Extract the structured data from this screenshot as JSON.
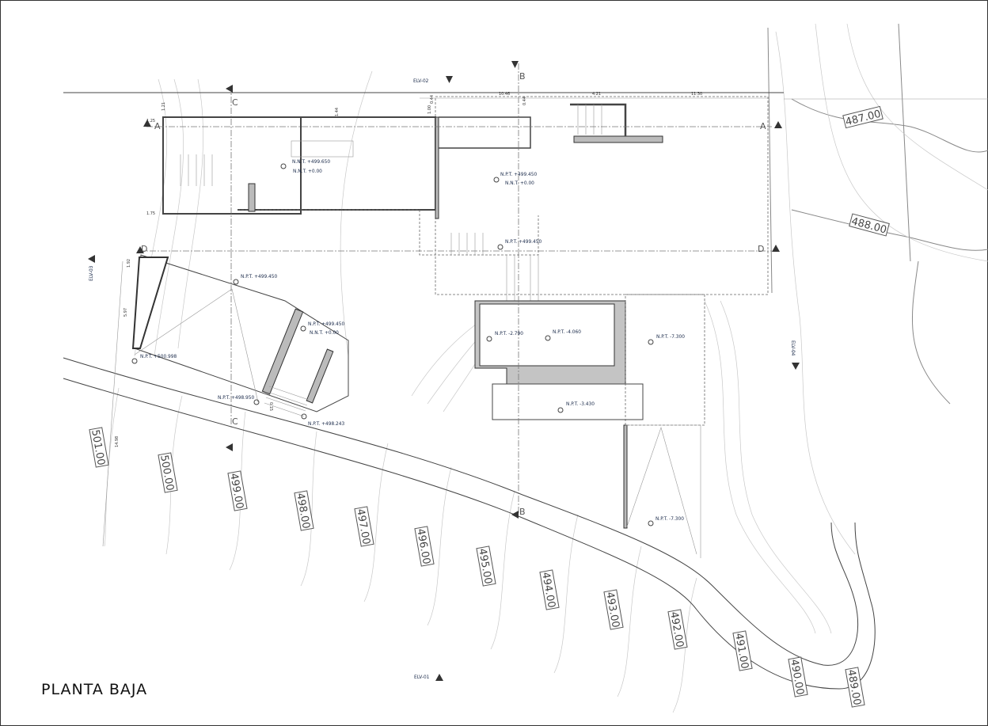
{
  "title": "PLANTA BAJA",
  "elevation_markers": [
    "ELV-01",
    "ELV-02",
    "ELV-03",
    "ELV-04"
  ],
  "axes": {
    "a": "A",
    "b": "B",
    "c": "C",
    "d": "D"
  },
  "dimensions": [
    "10.46",
    "4.21",
    "11.30",
    "1.44",
    "1.00",
    "0.44",
    "0.44",
    "1.25",
    "1.75",
    "1.21",
    "1.92",
    "5.97",
    "14.98",
    "0.15"
  ],
  "levels": [
    {
      "npt": "N.N.T. +499.650",
      "nnt": "N.N.T. +0.00"
    },
    {
      "npt": "N.P.T. +499.450",
      "nnt": "N.N.T. +0.00"
    },
    {
      "npt": "N.P.T. +499.450"
    },
    {
      "npt": "N.P.T. +499.450"
    },
    {
      "npt": "N.P.T. +499.450",
      "nnt": "N.N.T. +0.00"
    },
    {
      "npt": "N.P.T. +500.998"
    },
    {
      "npt": "N.P.T. +498.950"
    },
    {
      "npt": "N.P.T. +498.243"
    },
    {
      "npt": "N.P.T. -2.790"
    },
    {
      "npt": "N.P.T. -4.060"
    },
    {
      "npt": "N.P.T. -7.300"
    },
    {
      "npt": "N.P.T. -3.430"
    },
    {
      "npt": "N.P.T. -7.300"
    }
  ],
  "contour_labels": [
    "501.00",
    "500.00",
    "499.00",
    "498.00",
    "497.00",
    "496.00",
    "495.00",
    "494.00",
    "493.00",
    "492.00",
    "491.00",
    "490.00",
    "489.00",
    "487.00",
    "488.00"
  ]
}
